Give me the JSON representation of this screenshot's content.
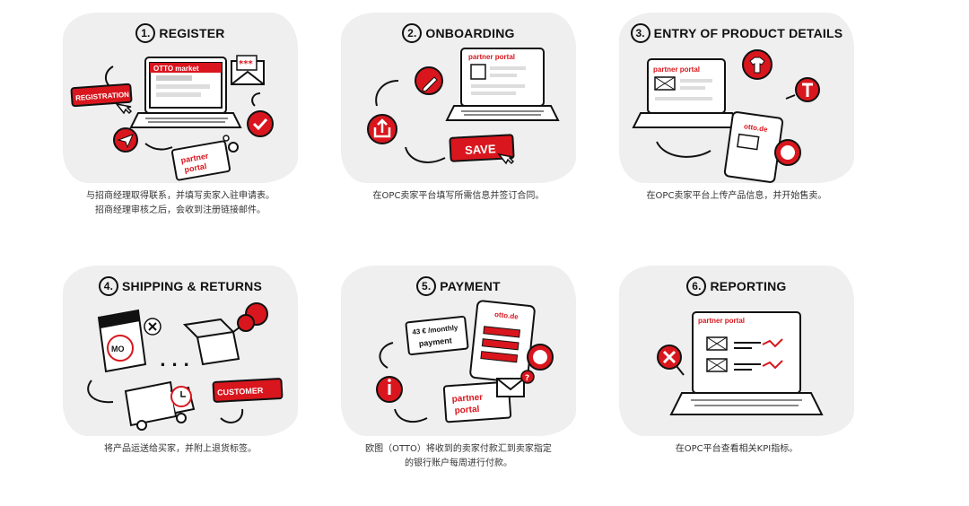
{
  "colors": {
    "accent": "#d9161d",
    "ink": "#111111",
    "panel": "#efefef"
  },
  "steps": [
    {
      "num": "1.",
      "title": "REGISTER",
      "caption": [
        "与招商经理取得联系，并填写卖家入驻申请表。",
        "招商经理审核之后，会收到注册链接邮件。"
      ],
      "labels": {
        "screen": "OTTO market",
        "button": "REGISTRATION",
        "card1": "partner",
        "card2": "portal",
        "mail": "***"
      },
      "icons": [
        "laptop-icon",
        "mail-icon",
        "check-icon",
        "send-icon",
        "cursor-icon",
        "gear-icon"
      ]
    },
    {
      "num": "2.",
      "title": "ONBOARDING",
      "caption": [
        "在OPC卖家平台填写所需信息并签订合同。"
      ],
      "labels": {
        "screen": "partner portal",
        "button": "SAVE"
      },
      "icons": [
        "laptop-icon",
        "upload-icon",
        "pencil-icon",
        "cursor-icon"
      ]
    },
    {
      "num": "3.",
      "title": "ENTRY OF PRODUCT DETAILS",
      "caption": [
        "在OPC卖家平台上传产品信息，并开始售卖。"
      ],
      "labels": {
        "screen": "partner portal",
        "tablet": "otto.de"
      },
      "icons": [
        "laptop-icon",
        "tablet-icon",
        "shirt-icon",
        "text-icon",
        "image-icon"
      ]
    },
    {
      "num": "4.",
      "title": "SHIPPING & RETURNS",
      "caption": [
        "将产品运送给买家，并附上退货标签。"
      ],
      "labels": {
        "calendar": "MO",
        "button": "CUSTOMER"
      },
      "icons": [
        "calendar-icon",
        "box-icon",
        "truck-icon",
        "clock-icon",
        "gloves-icon"
      ]
    },
    {
      "num": "5.",
      "title": "PAYMENT",
      "caption": [
        "欧图（OTTO）将收到的卖家付款汇到卖家指定",
        "的银行账户每周进行付款。"
      ],
      "labels": {
        "tag1": "43 € /monthly",
        "tag2": "payment",
        "tablet": "otto.de",
        "card1": "partner",
        "card2": "portal",
        "badge": "?"
      },
      "icons": [
        "tablet-icon",
        "info-icon",
        "mail-icon",
        "image-icon"
      ]
    },
    {
      "num": "6.",
      "title": "REPORTING",
      "caption": [
        "在OPC平台查看相关KPI指标。"
      ],
      "labels": {
        "screen": "partner portal"
      },
      "icons": [
        "laptop-icon",
        "pin-icon",
        "chart-icon"
      ]
    }
  ]
}
